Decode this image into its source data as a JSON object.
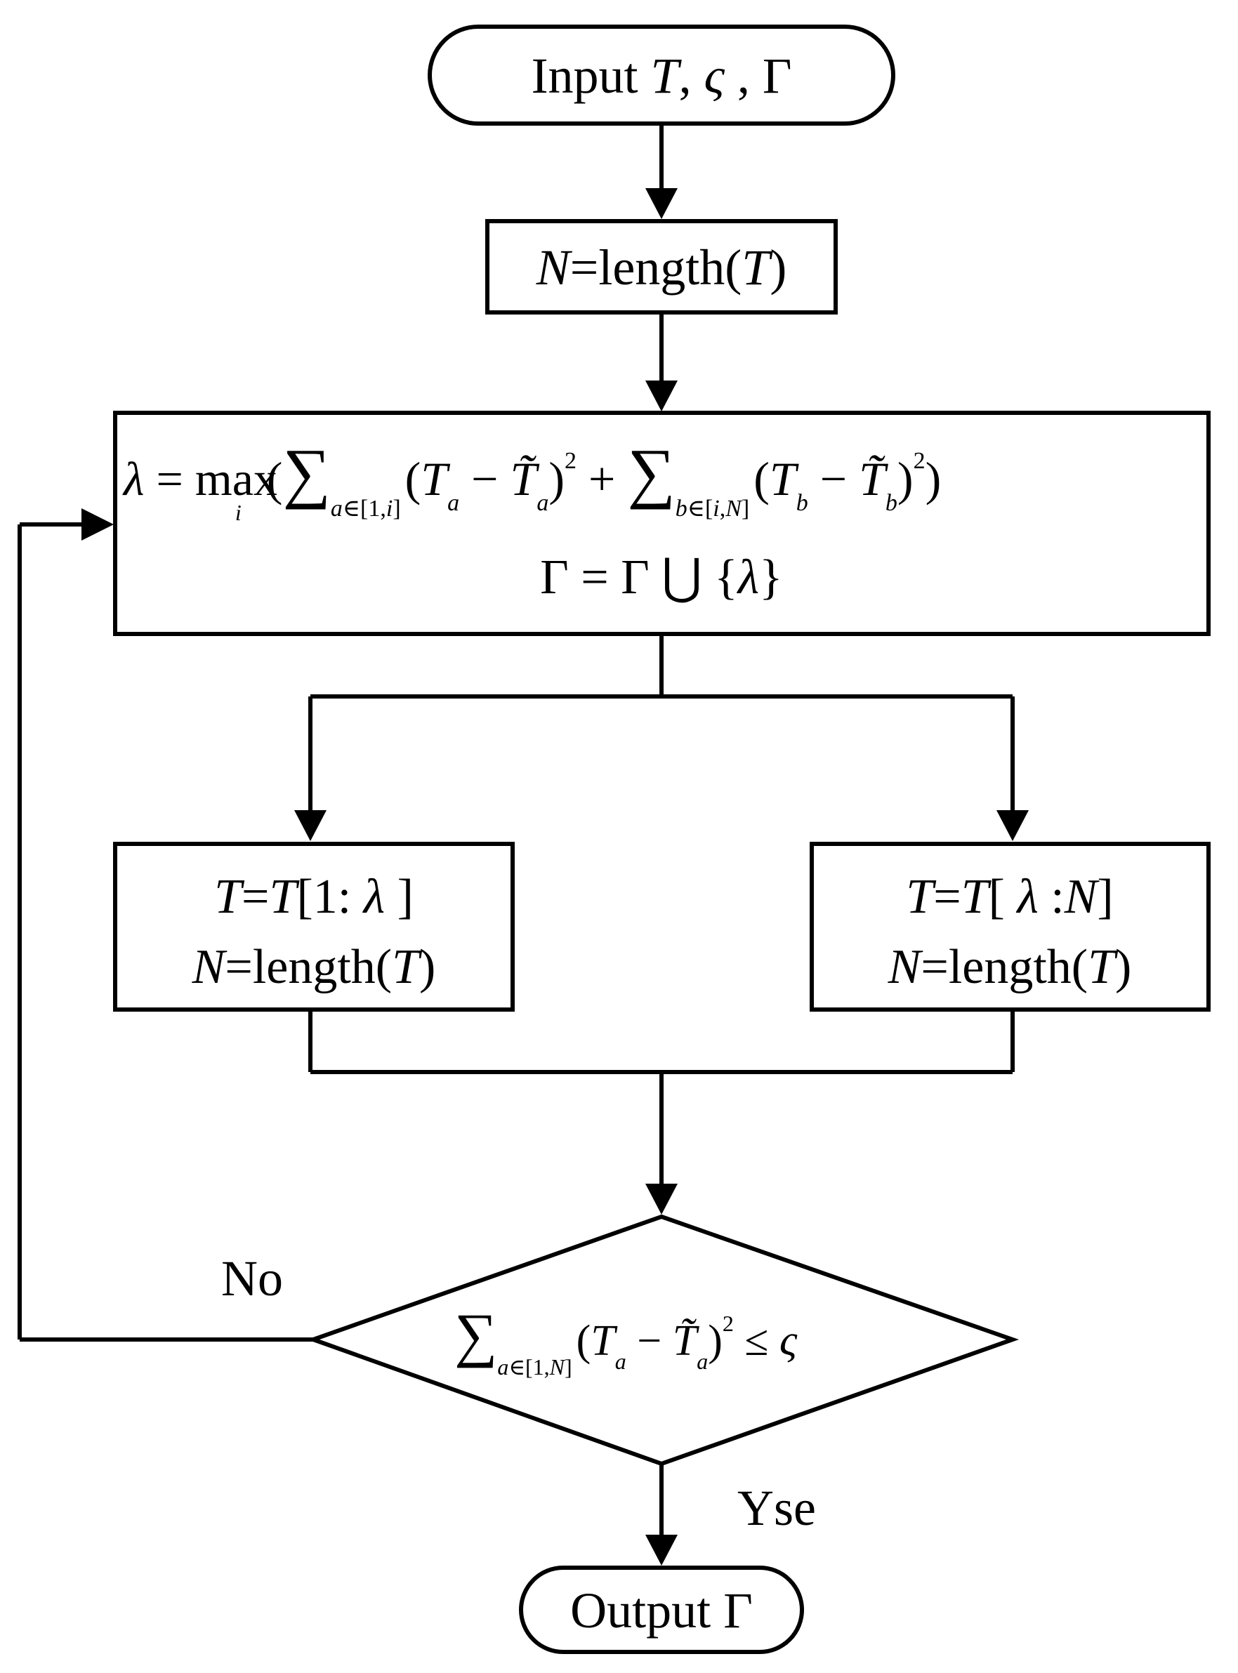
{
  "start": {
    "prefix": "Input ",
    "v1": "T",
    "sep1": ", ",
    "v2": "ς",
    "sep2": " , ",
    "v3": "Γ"
  },
  "step1": {
    "var": "N",
    "rest": "=length(",
    "arg": "T",
    "close": ")"
  },
  "step2": {
    "line1": {
      "lambda": "λ",
      "eq": " = ",
      "max": "max",
      "idx": "i",
      "open": "(",
      "sum1": "∑",
      "sub1_var": "a",
      "sub1_rest": "∈[1,",
      "sub1_i": "i",
      "sub1_close": "]",
      "t1_open": "(",
      "t1": "T",
      "t1_sub": "a",
      "minus1": " − ",
      "t1b": "T̃",
      "t1b_sub": "a",
      "t1_close": ")",
      "sq1": "2",
      "plus": " + ",
      "sum2": "∑",
      "sub2_var": "b",
      "sub2_in": "∈[",
      "sub2_i": "i",
      "sub2_comma": ",",
      "sub2_N": "N",
      "sub2_close": "]",
      "t2_open": "(",
      "t2": "T",
      "t2_sub": "b",
      "minus2": " − ",
      "t2b": "T̃",
      "t2b_sub": "b",
      "t2_close": ")",
      "sq2": "2",
      "close": ")"
    },
    "line2": {
      "g1": "Γ",
      "eq": " = ",
      "g2": "Γ",
      "cup": " ⋃ ",
      "open": "{",
      "lambda": "λ",
      "close": "}"
    }
  },
  "left_box": {
    "l1": {
      "a": "T",
      "eq": "=",
      "b": "T",
      "rest": "[1: ",
      "lambda": "λ",
      "close": " ]"
    },
    "l2": {
      "var": "N",
      "rest": "=length(",
      "arg": "T",
      "close": ")"
    }
  },
  "right_box": {
    "l1": {
      "a": "T",
      "eq": "=",
      "b": "T",
      "open": "[ ",
      "lambda": "λ",
      "colon": " :",
      "N": "N",
      "close": "]"
    },
    "l2": {
      "var": "N",
      "rest": "=length(",
      "arg": "T",
      "close": ")"
    }
  },
  "decision": {
    "sum": "∑",
    "sub_var": "a",
    "sub_rest": "∈[1,",
    "sub_N": "N",
    "sub_close": "]",
    "open": "(",
    "t": "T",
    "t_sub": "a",
    "minus": " − ",
    "tb": "T̃",
    "tb_sub": "a",
    "close": ")",
    "sq": "2",
    "le": " ≤ ",
    "zeta": "ς"
  },
  "no_label": "No",
  "yes_label": "Yse",
  "end": {
    "prefix": "Output ",
    "g": "Γ"
  }
}
